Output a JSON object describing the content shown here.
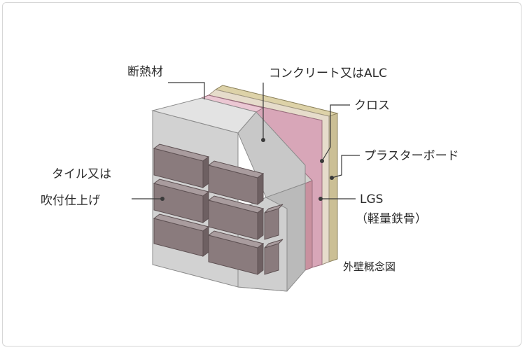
{
  "labels": {
    "insulation": "断熱材",
    "concrete_alc": "コンクリート又はALC",
    "cloth": "クロス",
    "plaster_board": "プラスターボード",
    "lgs": "LGS",
    "lgs_note": "（軽量鉄骨）",
    "tile_line1": "タイル又は",
    "tile_line2": "吹付仕上げ"
  },
  "caption": "外壁概念図",
  "colors": {
    "tile": "#8a7b7d",
    "tile_dark": "#6e6062",
    "tile_light": "#a99c9e",
    "concrete": "#d2d2d2",
    "concrete_top": "#e3e3e3",
    "concrete_side": "#b9b9b9",
    "insulation": "#d8a6b8",
    "cloth": "#e6dccb",
    "plaster_board": "#cbbf95",
    "lgs": "#d0d0cc",
    "leader": "#3a3a3a"
  }
}
